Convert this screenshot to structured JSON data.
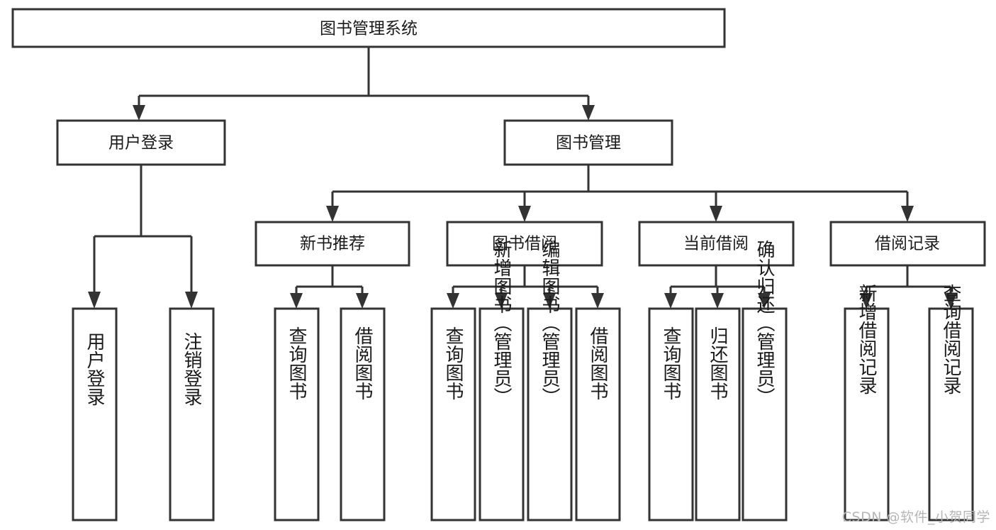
{
  "diagram": {
    "title": "图书管理系统",
    "type": "hierarchy-tree",
    "watermark": "CSDN @软件_小贺同学",
    "colors": {
      "stroke": "#333333",
      "fill": "#ffffff",
      "text": "#1a1a1a",
      "watermark": "#b6b6b6"
    },
    "levels": [
      {
        "level": 1,
        "nodes": [
          {
            "id": "root",
            "label": "图书管理系统",
            "orientation": "horizontal"
          }
        ]
      },
      {
        "level": 2,
        "nodes": [
          {
            "id": "user-login",
            "label": "用户登录",
            "orientation": "horizontal",
            "parent": "root"
          },
          {
            "id": "book-manage",
            "label": "图书管理",
            "orientation": "horizontal",
            "parent": "root"
          }
        ]
      },
      {
        "level": 3,
        "nodes": [
          {
            "id": "new-book-recommend",
            "label": "新书推荐",
            "orientation": "horizontal",
            "parent": "book-manage"
          },
          {
            "id": "book-borrow",
            "label": "图书借阅",
            "orientation": "horizontal",
            "parent": "book-manage"
          },
          {
            "id": "current-borrow",
            "label": "当前借阅",
            "orientation": "horizontal",
            "parent": "book-manage"
          },
          {
            "id": "borrow-record",
            "label": "借阅记录",
            "orientation": "horizontal",
            "parent": "book-manage"
          }
        ]
      },
      {
        "level": 4,
        "nodes": [
          {
            "id": "leaf-user-login",
            "label": "用户登录",
            "orientation": "vertical",
            "parent": "user-login"
          },
          {
            "id": "leaf-logout-login",
            "label": "注销登录",
            "orientation": "vertical",
            "parent": "user-login"
          },
          {
            "id": "leaf-query-book-1",
            "label": "查询图书",
            "orientation": "vertical",
            "parent": "new-book-recommend"
          },
          {
            "id": "leaf-borrow-book-1",
            "label": "借阅图书",
            "orientation": "vertical",
            "parent": "new-book-recommend"
          },
          {
            "id": "leaf-query-book-2",
            "label": "查询图书",
            "orientation": "vertical",
            "parent": "book-borrow"
          },
          {
            "id": "leaf-add-book",
            "label": "新增图书（管理员）",
            "orientation": "vertical",
            "parent": "book-borrow"
          },
          {
            "id": "leaf-edit-book",
            "label": "编辑图书（管理员）",
            "orientation": "vertical",
            "parent": "book-borrow"
          },
          {
            "id": "leaf-borrow-book-2",
            "label": "借阅图书",
            "orientation": "vertical",
            "parent": "book-borrow"
          },
          {
            "id": "leaf-query-book-3",
            "label": "查询图书",
            "orientation": "vertical",
            "parent": "current-borrow"
          },
          {
            "id": "leaf-return-book",
            "label": "归还图书",
            "orientation": "vertical",
            "parent": "current-borrow"
          },
          {
            "id": "leaf-confirm-return",
            "label": "确认归还（管理员）",
            "orientation": "vertical",
            "parent": "current-borrow"
          },
          {
            "id": "leaf-add-record",
            "label": "新增借阅记录",
            "orientation": "vertical",
            "parent": "borrow-record"
          },
          {
            "id": "leaf-query-record",
            "label": "查询借阅记录",
            "orientation": "vertical",
            "parent": "borrow-record"
          }
        ]
      }
    ]
  }
}
